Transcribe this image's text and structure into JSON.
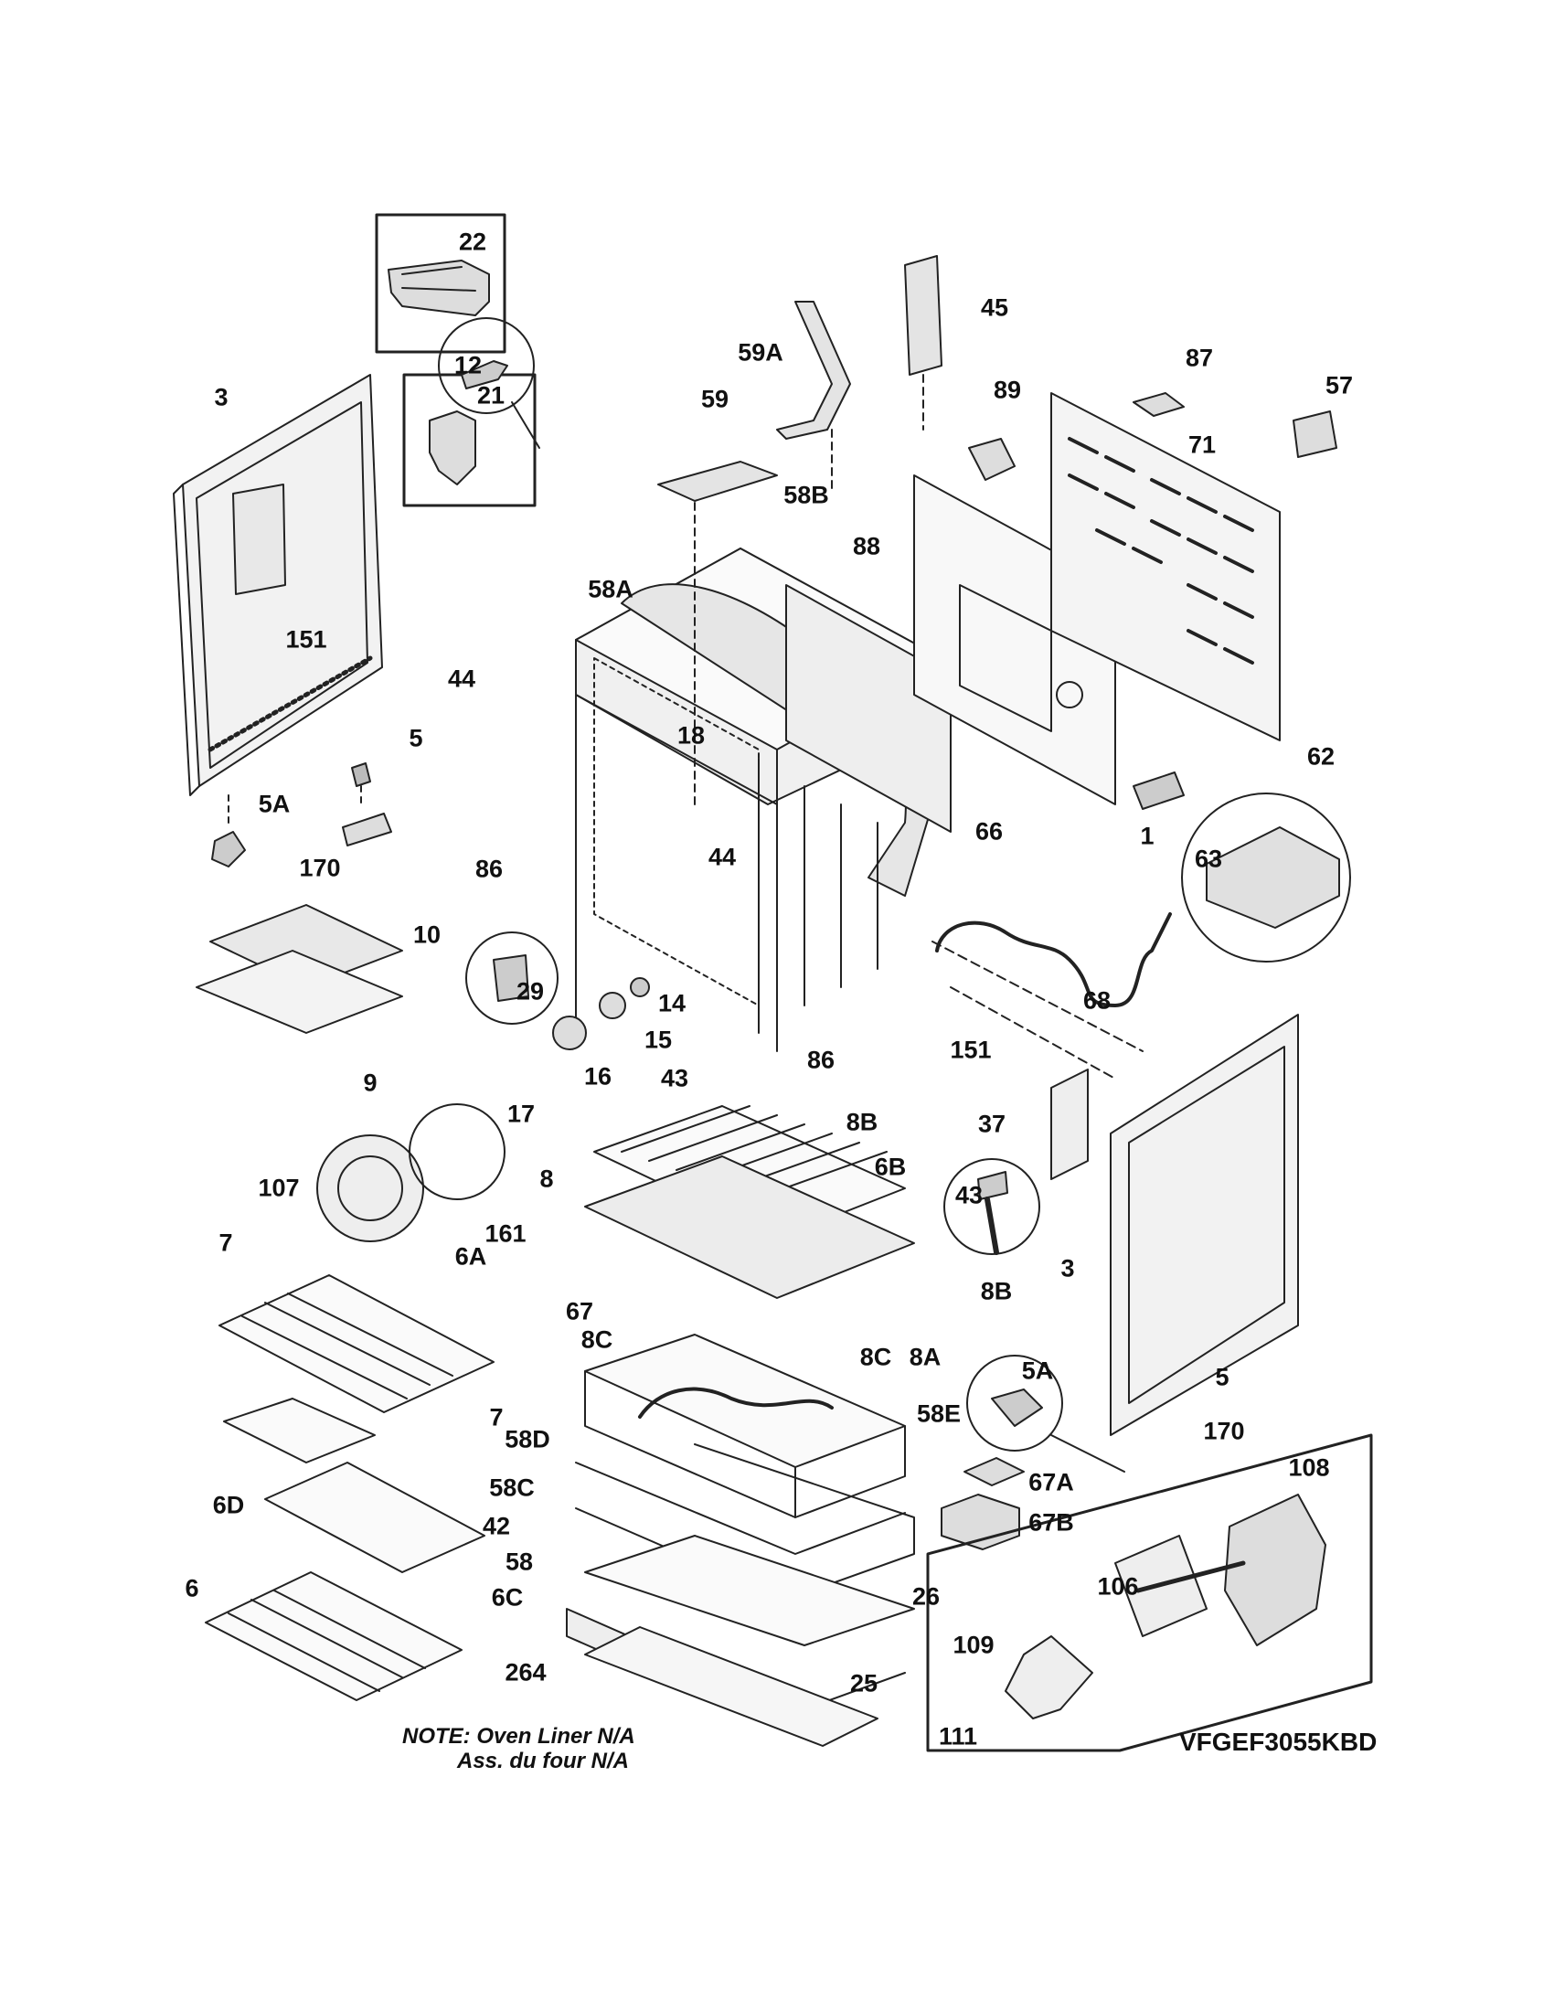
{
  "model": "VFGEF3055KBD",
  "note": {
    "line1": "NOTE: Oven Liner N/A",
    "line2": "Ass. du four N/A"
  },
  "callouts": [
    "22",
    "21",
    "3",
    "151",
    "5",
    "5A",
    "170",
    "12",
    "44",
    "58A",
    "59",
    "59A",
    "45",
    "58B",
    "88",
    "89",
    "87",
    "71",
    "57",
    "18",
    "44",
    "86",
    "1",
    "62",
    "63",
    "10",
    "9",
    "29",
    "14",
    "15",
    "16",
    "17",
    "43",
    "86",
    "66",
    "68",
    "151",
    "37",
    "107",
    "161",
    "8",
    "8B",
    "6B",
    "43",
    "8B",
    "7",
    "6A",
    "67",
    "8C",
    "8C",
    "8A",
    "58E",
    "5A",
    "3",
    "5",
    "170",
    "7",
    "58D",
    "58C",
    "6D",
    "42",
    "67A",
    "67B",
    "108",
    "58",
    "26",
    "6",
    "6C",
    "106",
    "264",
    "109",
    "25",
    "111"
  ]
}
